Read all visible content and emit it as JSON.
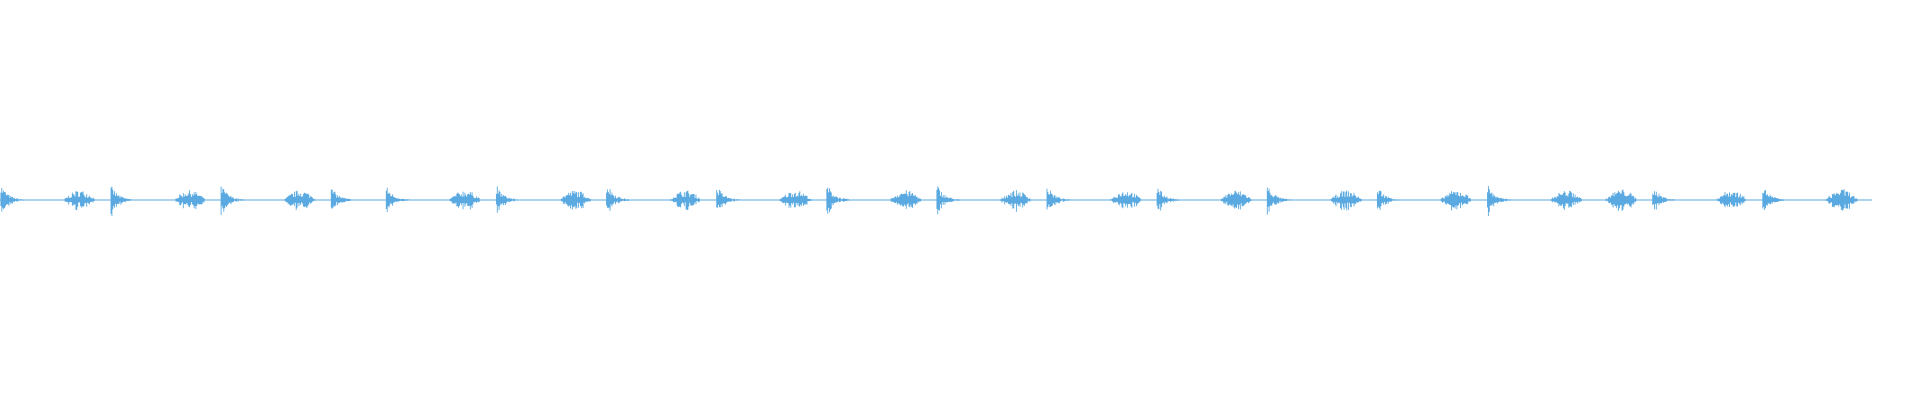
{
  "waveform": {
    "color": "#5aa9e0",
    "background": "#ffffff",
    "pattern": [
      {
        "kind": "hit",
        "strength": 0.85
      },
      {
        "kind": "roll",
        "strength": 0.45
      },
      {
        "kind": "hit",
        "strength": 0.8
      },
      {
        "kind": "roll",
        "strength": 0.45
      },
      {
        "kind": "hit",
        "strength": 0.85
      },
      {
        "kind": "roll",
        "strength": 0.45
      },
      {
        "kind": "hit",
        "strength": 0.7
      },
      {
        "kind": "hit",
        "strength": 0.75
      },
      {
        "kind": "roll",
        "strength": 0.45
      },
      {
        "kind": "hit",
        "strength": 0.8
      },
      {
        "kind": "roll",
        "strength": 0.45
      },
      {
        "kind": "hit",
        "strength": 1.0
      },
      {
        "kind": "roll",
        "strength": 0.45
      },
      {
        "kind": "hit",
        "strength": 0.8
      },
      {
        "kind": "roll",
        "strength": 0.45
      },
      {
        "kind": "hit",
        "strength": 0.9
      },
      {
        "kind": "roll",
        "strength": 0.45
      },
      {
        "kind": "hit",
        "strength": 0.85
      },
      {
        "kind": "roll",
        "strength": 0.45
      },
      {
        "kind": "hit",
        "strength": 0.8
      },
      {
        "kind": "roll",
        "strength": 0.45
      },
      {
        "kind": "hit",
        "strength": 0.8
      },
      {
        "kind": "roll",
        "strength": 0.45
      },
      {
        "kind": "hit",
        "strength": 0.85
      },
      {
        "kind": "roll",
        "strength": 0.45
      },
      {
        "kind": "hit",
        "strength": 0.8
      },
      {
        "kind": "roll",
        "strength": 0.45
      },
      {
        "kind": "hit",
        "strength": 0.85
      },
      {
        "kind": "roll",
        "strength": 0.45
      },
      {
        "kind": "roll",
        "strength": 0.5
      },
      {
        "kind": "hit",
        "strength": 0.8
      },
      {
        "kind": "roll",
        "strength": 0.45
      },
      {
        "kind": "hit",
        "strength": 0.8
      },
      {
        "kind": "roll",
        "strength": 0.5
      }
    ]
  }
}
